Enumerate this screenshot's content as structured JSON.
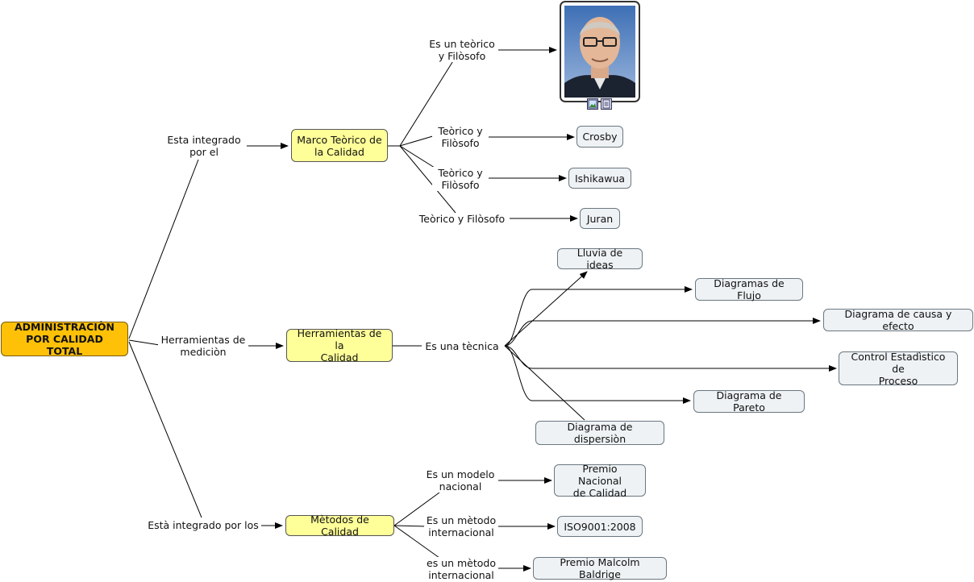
{
  "root": {
    "label": "ADMINISTRACIÒN\nPOR CALIDAD TOTAL"
  },
  "links": {
    "esta_integrado_por_el": "Esta integrado\npor el",
    "herramientas_de_medicion": "Herramientas de\nmediciòn",
    "esta_integrado_por_los": "Està integrado por los",
    "es_un_teorico": "Es un teòrico\ny Filòsofo",
    "teorico_crosby": "Teòrico y\nFilòsofo",
    "teorico_ishikawua": "Teòrico y\nFilòsofo",
    "teorico_juran": "Teòrico y Filòsofo",
    "es_una_tecnica": "Es una tècnica",
    "es_un_modelo_nacional": "Es un modelo\nnacional",
    "es_un_metodo_internacional_1": "Es un mètodo\ninternacional",
    "es_un_metodo_internacional_2": "es un mètodo\ninternacional"
  },
  "concepts": {
    "marco_teorico": "Marco Teòrico de\nla Calidad",
    "herramientas": "Herramientas de la\nCalidad",
    "metodos": "Mètodos de Calidad",
    "crosby": "Crosby",
    "ishikawua": "Ishikawua",
    "juran": "Juran",
    "lluvia": "Lluvia de ideas",
    "flujo": "Diagramas de Flujo",
    "causa_efecto": "Diagrama de causa y efecto",
    "control": "Control Estadìstico de\nProceso",
    "pareto": "Diagrama de Pareto",
    "dispersion": "Diagrama de dispersiòn",
    "premio_nacional": "Premio Nacional\nde Calidad",
    "iso": "ISO9001:2008",
    "baldrige": "Premio Malcolm Baldrige"
  },
  "colors": {
    "root": "#ffc107",
    "level1": "#ffff99",
    "leaf": "#eef2f4",
    "line": "#000000"
  },
  "photo_icons": [
    "image-icon",
    "document-icon"
  ]
}
